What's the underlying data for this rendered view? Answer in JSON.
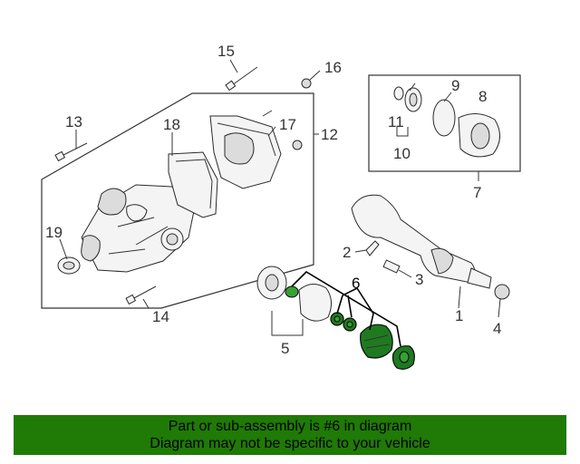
{
  "callouts": {
    "c1": "1",
    "c2": "2",
    "c3": "3",
    "c4": "4",
    "c5": "5",
    "c6": "6",
    "c7": "7",
    "c8": "8",
    "c9": "9",
    "c10": "10",
    "c11": "11",
    "c12": "12",
    "c13": "13",
    "c14": "14",
    "c15": "15",
    "c16": "16",
    "c17": "17",
    "c18": "18",
    "c19": "19"
  },
  "highlight": {
    "part": "6",
    "color": "#1f7a06"
  },
  "banner": {
    "line1": "Part or sub-assembly is #6 in diagram",
    "line2": "Diagram may not be specific to your vehicle"
  }
}
